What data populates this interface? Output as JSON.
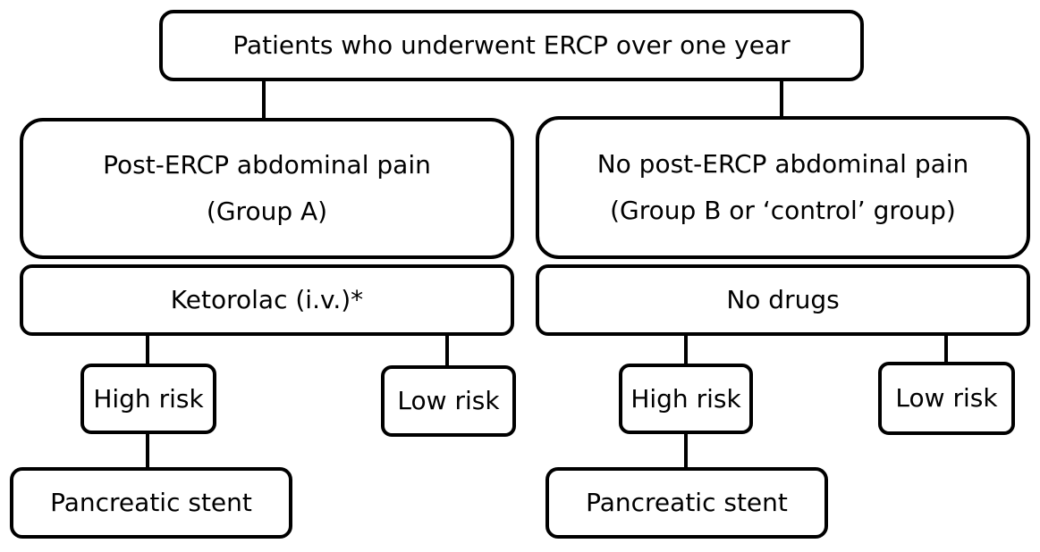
{
  "diagram": {
    "root": "Patients who underwent ERCP over one year",
    "group_a": {
      "title": "Post-ERCP abdominal pain",
      "subtitle": "(Group A)",
      "treatment": "Ketorolac (i.v.)*",
      "high_risk": "High risk",
      "low_risk": "Low risk",
      "stent": "Pancreatic stent"
    },
    "group_b": {
      "title": "No post-ERCP abdominal pain",
      "subtitle": "(Group B or ‘control’ group)",
      "treatment": "No drugs",
      "high_risk": "High risk",
      "low_risk": "Low risk",
      "stent": "Pancreatic stent"
    }
  }
}
